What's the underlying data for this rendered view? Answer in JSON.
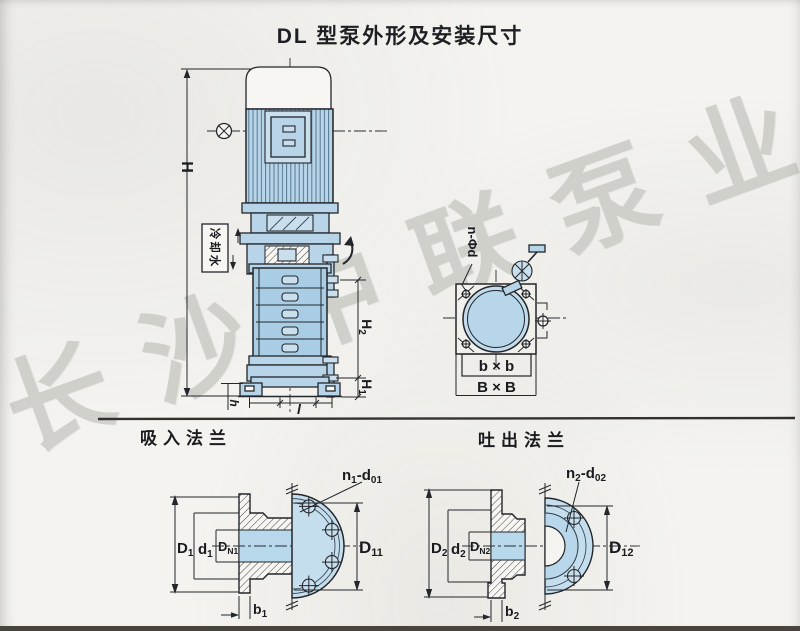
{
  "title": "DL 型泵外形及安装尺寸",
  "watermark": "长沙中联泵业",
  "colors": {
    "pump_fill": "#b7d4e8",
    "line": "#23262a",
    "paper": "#f4f3ef"
  },
  "main_view": {
    "cooling_box": "冷却水",
    "dim_H": "H",
    "dim_H2": {
      "t": "H",
      "s": "2"
    },
    "dim_H1": {
      "t": "H",
      "s": "1"
    },
    "dim_l": "l",
    "dim_h": "h"
  },
  "top_view": {
    "anchor_holes": "n-Φd",
    "dim_bb": "b × b",
    "dim_BB": "B × B"
  },
  "suction_flange": {
    "section_title": "吸入法兰",
    "dim_D": {
      "t": "D",
      "s": "1"
    },
    "dim_d": {
      "t": "d",
      "s": "1"
    },
    "dim_DN": {
      "t": "D",
      "s": "N1"
    },
    "dim_bolt_circle": {
      "t": "D",
      "s": "11"
    },
    "dim_holes": {
      "t1": "n",
      "s1": "1",
      "t2": "-d",
      "s2": "01"
    },
    "dim_b": {
      "t": "b",
      "s": "1"
    }
  },
  "discharge_flange": {
    "section_title": "吐出法兰",
    "dim_D": {
      "t": "D",
      "s": "2"
    },
    "dim_d": {
      "t": "d",
      "s": "2"
    },
    "dim_DN": {
      "t": "D",
      "s": "N2"
    },
    "dim_bolt_circle": {
      "t": "D",
      "s": "12"
    },
    "dim_holes": {
      "t1": "n",
      "s1": "2",
      "t2": "-d",
      "s2": "02"
    },
    "dim_b": {
      "t": "b",
      "s": "2"
    }
  }
}
